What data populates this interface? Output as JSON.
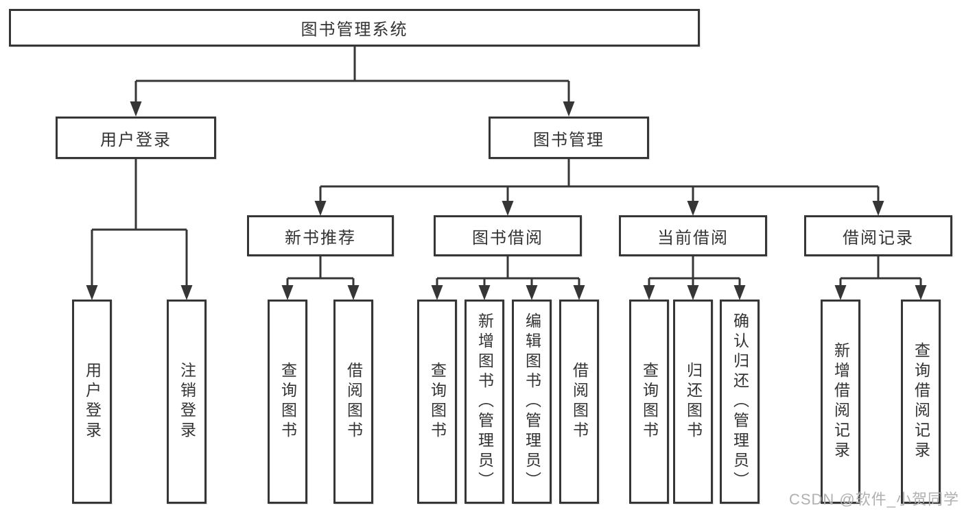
{
  "diagram": {
    "nodes": {
      "root": "图书管理系统",
      "user_login": "用户登录",
      "book_mgmt": "图书管理",
      "new_books": "新书推荐",
      "book_borrow": "图书借阅",
      "current_borrow": "当前借阅",
      "borrow_records": "借阅记录"
    },
    "leaves": {
      "user_login": [
        "用户登录",
        "注销登录"
      ],
      "new_books": [
        "查询图书",
        "借阅图书"
      ],
      "book_borrow": [
        "查询图书",
        "新增图书（管理员）",
        "编辑图书（管理员）",
        "借阅图书"
      ],
      "current_borrow": [
        "查询图书",
        "归还图书",
        "确认归还（管理员）"
      ],
      "borrow_records": [
        "新增借阅记录",
        "查询借阅记录"
      ]
    }
  },
  "watermark": "CSDN @软件_小贺同学",
  "colors": {
    "line": "#363636",
    "text": "#333333",
    "box_background": "#ffffff",
    "watermark": "#b0b0b0",
    "background": "#ffffff"
  }
}
